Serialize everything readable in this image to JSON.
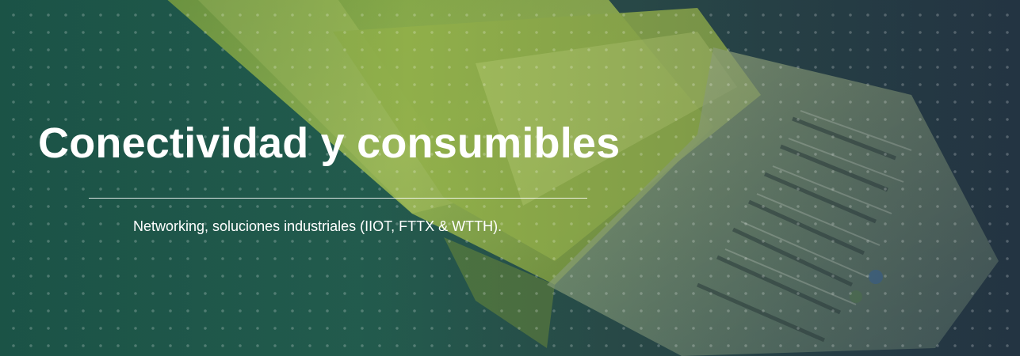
{
  "hero": {
    "title": "Conectividad y consumibles",
    "subtitle": "Networking, soluciones industriales (IIOT, FTTX & WTTH).",
    "image_subject": "ethernet-cable-connector"
  },
  "colors": {
    "background_green": "#1f5a4c",
    "background_dark": "#263a45",
    "cable_yellow_green": "#9fbf4a",
    "text": "#ffffff"
  }
}
